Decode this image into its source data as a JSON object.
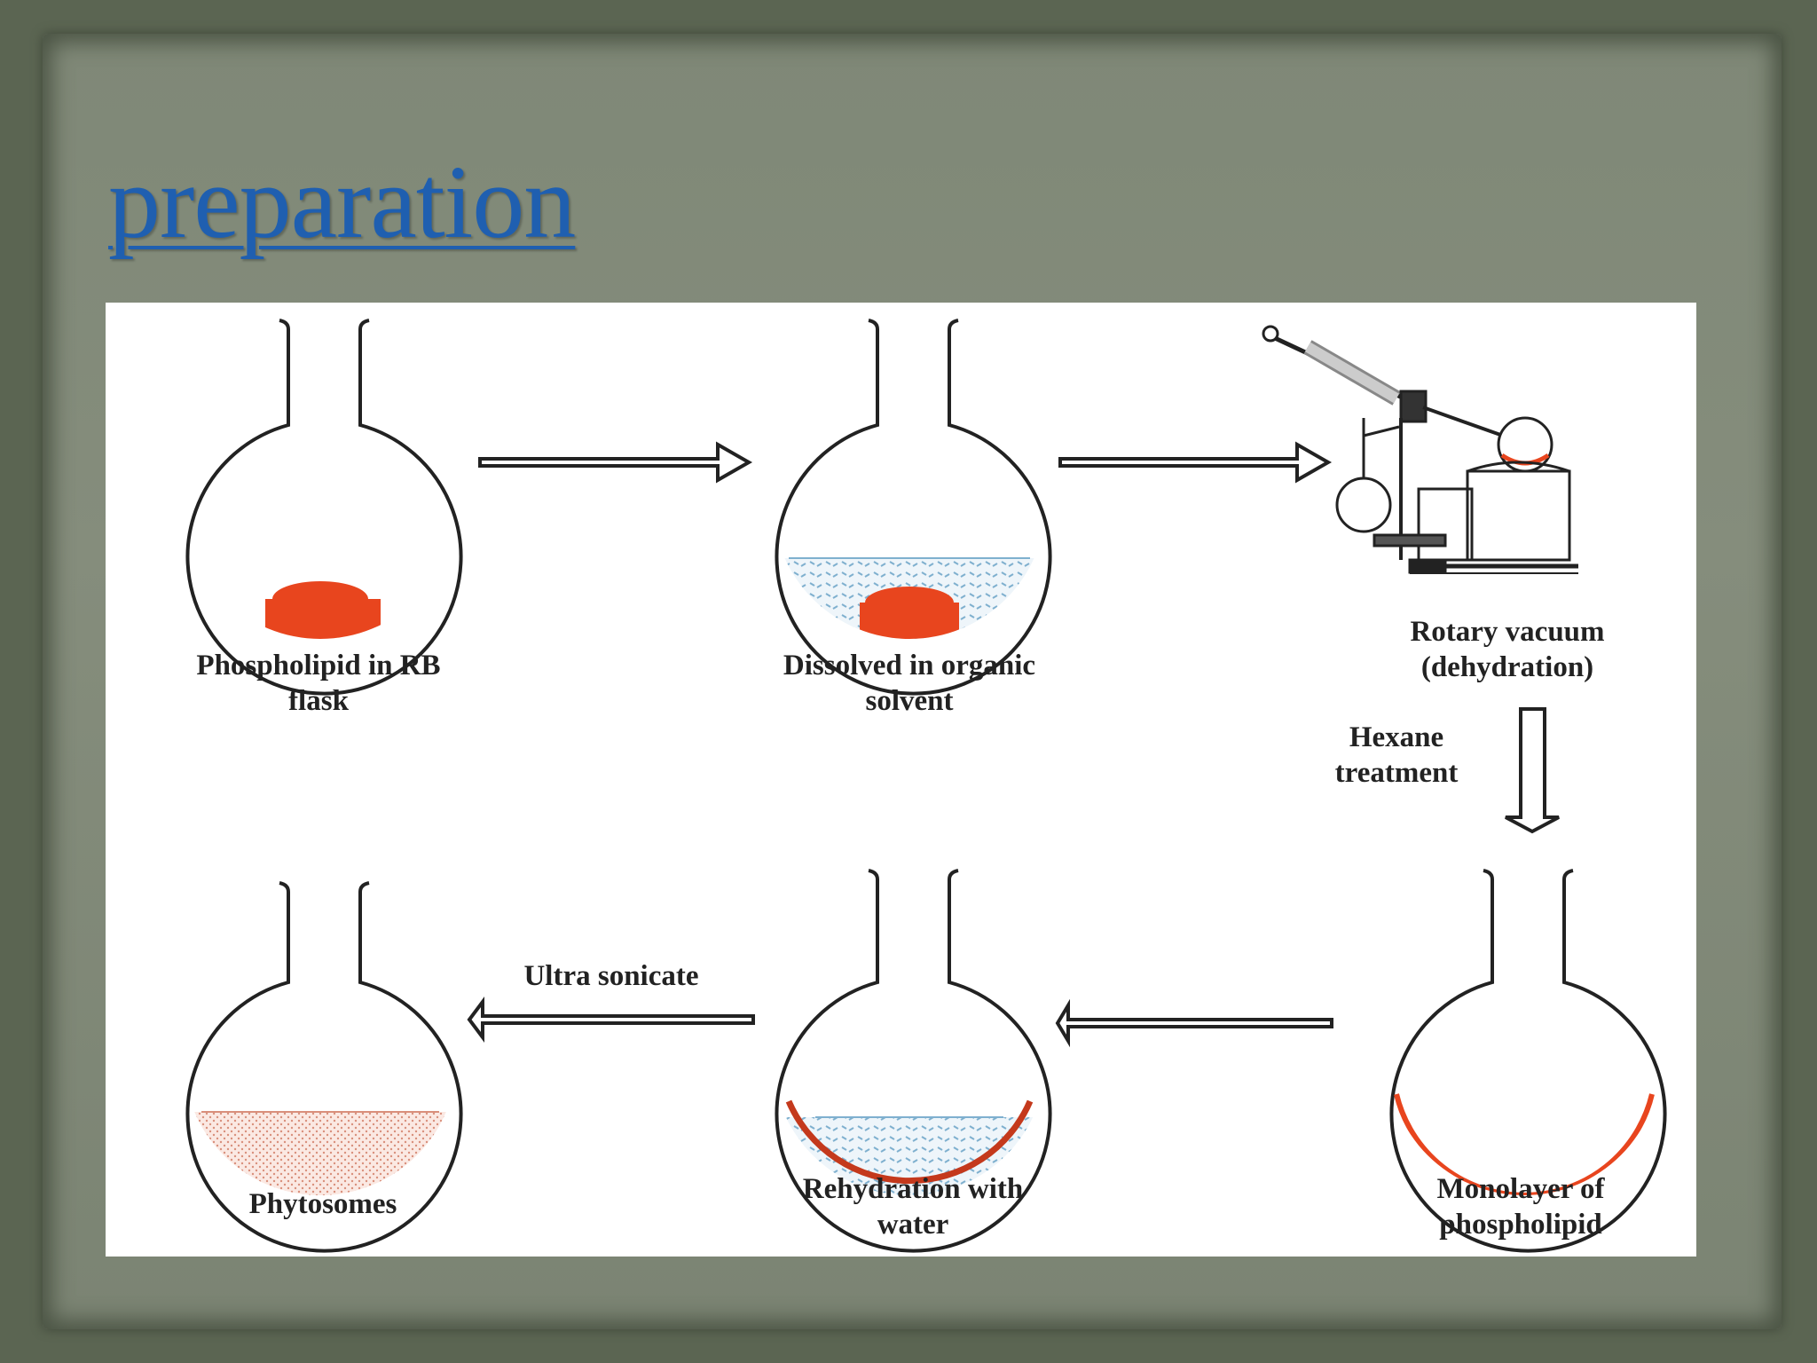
{
  "slide": {
    "title": "preparation"
  },
  "diagram": {
    "steps": [
      {
        "id": "step1",
        "label": "Phospholipid in RB\nflask"
      },
      {
        "id": "step2",
        "label": "Dissolved in organic\nsolvent"
      },
      {
        "id": "step3",
        "label": "Rotary vacuum\n(dehydration)"
      },
      {
        "id": "step4",
        "label": "Monolayer of\nphospholipid"
      },
      {
        "id": "step5",
        "label": "Rehydration with\nwater"
      },
      {
        "id": "step6",
        "label": "Phytosomes"
      }
    ],
    "transitions": [
      {
        "from": "step1",
        "to": "step2",
        "label": ""
      },
      {
        "from": "step2",
        "to": "step3",
        "label": ""
      },
      {
        "from": "step3",
        "to": "step4",
        "label": "Hexane\ntreatment"
      },
      {
        "from": "step4",
        "to": "step5",
        "label": ""
      },
      {
        "from": "step5",
        "to": "step6",
        "label": "Ultra sonicate"
      }
    ],
    "colors": {
      "phospholipid": "#e8451e",
      "solvent": "#9ec7e0",
      "outline": "#222222",
      "phytosome": "#f0b8a8"
    }
  }
}
